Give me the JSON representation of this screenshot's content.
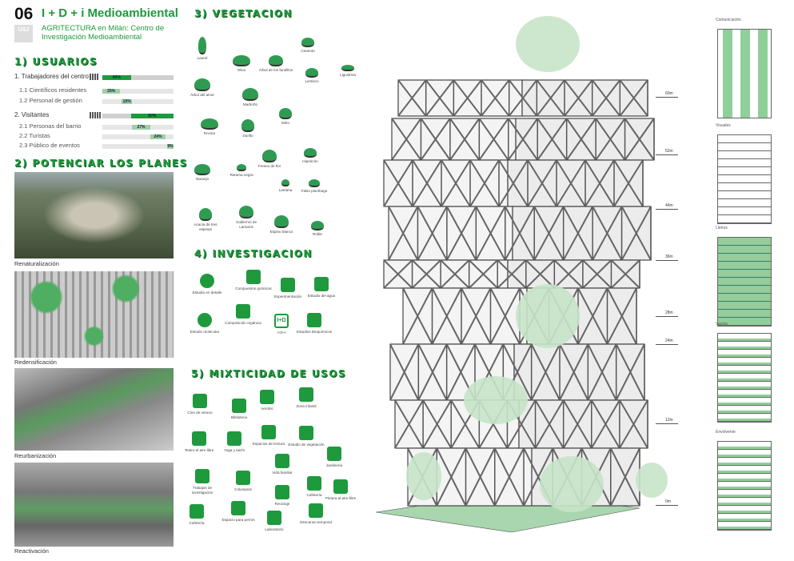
{
  "header": {
    "number": "06",
    "title": "I + D + i Medioambiental",
    "subtitle": "AGRITECTURA en Milán: Centro de Investigación Medioambiental",
    "logo": "USJ"
  },
  "usuarios": {
    "title": "1) USUARIOS",
    "rows": [
      {
        "label": "1. Trabajadores del centro",
        "pct": "40%",
        "value": 40,
        "offset": 0
      },
      {
        "label": "1.1 Científicos residentes",
        "pct": "25%",
        "value": 25,
        "offset": 0
      },
      {
        "label": "1.2 Personal de gestión",
        "pct": "15%",
        "value": 15,
        "offset": 27
      },
      {
        "label": "2. Visitantes",
        "pct": "60%",
        "value": 60,
        "offset": 40
      },
      {
        "label": "2.1 Personas del barrio",
        "pct": "27%",
        "value": 25,
        "offset": 42
      },
      {
        "label": "2.2 Turistas",
        "pct": "24%",
        "value": 22,
        "offset": 67
      },
      {
        "label": "2.3 Público de eventos",
        "pct": "9%",
        "value": 9,
        "offset": 91
      }
    ]
  },
  "planes": {
    "title": "2) POTENCIAR LOS PLANES",
    "items": [
      "Renaturalización",
      "Redensificación",
      "Reurbanización",
      "Reactivación"
    ]
  },
  "vegetacion": {
    "title": "3) VEGETACION",
    "plants": [
      "Laurel",
      "Olivo",
      "Árbol de los farolillos",
      "Ceanoto",
      "Lentisco",
      "Ligustrina",
      "Árbol del amor",
      "Madroño",
      "Mirto",
      "Encina",
      "Durillo",
      "Naranjo",
      "Retama negra",
      "Fresno de flor",
      "Hipericón",
      "Lantana",
      "Falso plumbago",
      "Acacia de tres espinas",
      "Guillermo de Lamarck",
      "Espino blanco",
      "Roble"
    ]
  },
  "investigacion": {
    "title": "4) INVESTIGACION",
    "items": [
      "Estudio en detalle",
      "Compuestos químicos",
      "Experimentación",
      "Estudio del agua",
      "Estudio molecular",
      "Composición orgánica",
      "I+D+i",
      "Estudios Bioquímicos"
    ],
    "badge": "I+D"
  },
  "mixticidad": {
    "title": "5) MIXTICIDAD DE USOS",
    "items": [
      "Cine de verano",
      "Biblioteca",
      "Aerobic",
      "Zona infantil",
      "Teatro al aire libre",
      "Yoga y taichi",
      "Espacios de lectura",
      "Estudio de vegetación",
      "Jardinería",
      "Vida familiar",
      "Trabajos de investigación",
      "Columpios",
      "Cafetería",
      "Pintura al aire libre",
      "Reciclaje",
      "Cafetería",
      "Espacio para perros",
      "Laboratorio",
      "Descanso temporal"
    ]
  },
  "building": {
    "heights": [
      "60m",
      "52m",
      "44m",
      "36m",
      "28m",
      "24m",
      "12m",
      "0m"
    ]
  },
  "diagrams": [
    "Comunicación",
    "Visuales",
    "Llenos",
    "Vacíos",
    "Envolvente"
  ],
  "colors": {
    "accent": "#1e9a3c",
    "light_green": "#c6e4c8"
  }
}
